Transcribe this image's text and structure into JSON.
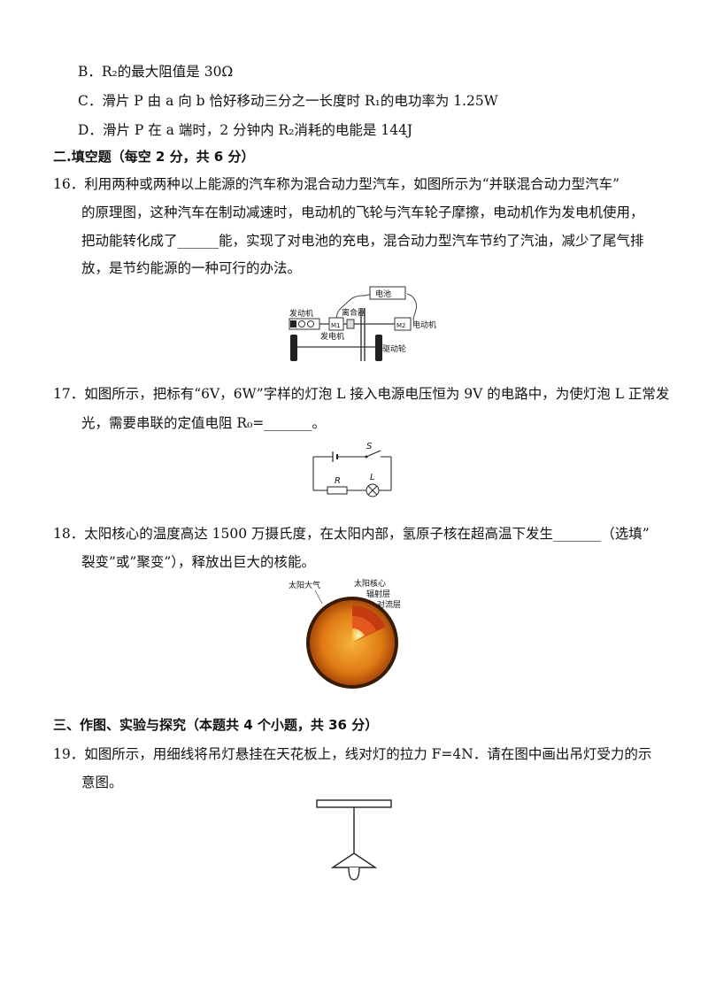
{
  "options": [
    {
      "letter": "B．",
      "text": "R₂的最大阻值是 30Ω"
    },
    {
      "letter": "C．",
      "text": "滑片 P 由 a 向 b 恰好移动三分之一长度时 R₁的电功率为 1.25W"
    },
    {
      "letter": "D．",
      "text": "滑片 P 在 a 端时，2 分钟内 R₂消耗的电能是 144J"
    }
  ],
  "section2": {
    "heading": "二.填空题（每空 2 分，共 6 分）"
  },
  "q16": {
    "lines": [
      "16．利用两种或两种以上能源的汽车称为混合动力型汽车，如图所示为“并联混合动力型汽车”",
      "的原理图，这种汽车在制动减速时，电动机的飞轮与汽车轮子摩擦，电动机作为发电机使用，",
      "把动能转化成了______能，实现了对电池的充电，混合动力型汽车节约了汽油，减少了尾气排",
      "放，是节约能源的一种可行的办法。"
    ],
    "figure": {
      "battery": "电池",
      "engine": "发动机",
      "clutch": "离合器",
      "generator": "发电机",
      "motor": "电动机",
      "drive_wheel": "驱动轮",
      "m1": "M1",
      "m2": "M2"
    }
  },
  "q17": {
    "lines": [
      "17．如图所示，把标有“6V，6W”字样的灯泡 L 接入电源电压恒为 9V 的电路中，为使灯泡 L 正常发",
      "光，需要串联的定值电阻 R₀=_______。"
    ],
    "figure": {
      "switch": "S",
      "resistor": "R",
      "lamp": "L"
    }
  },
  "q18": {
    "lines": [
      "18．太阳核心的温度高达 1500 万摄氏度，在太阳内部，氢原子核在超高温下发生_______（选填”",
      "裂变”或”聚变”），释放出巨大的核能。"
    ],
    "figure": {
      "atmosphere": "太阳大气",
      "core": "太阳核心",
      "radiative": "辐射层",
      "convective": "对流层"
    }
  },
  "section3": {
    "heading": "三、作图、实验与探究（本题共 4 个小题，共 36 分）"
  },
  "q19": {
    "lines": [
      "19．如图所示，用细线将吊灯悬挂在天花板上，线对灯的拉力 F=4N．请在图中画出吊灯受力的示",
      "意图。"
    ]
  }
}
